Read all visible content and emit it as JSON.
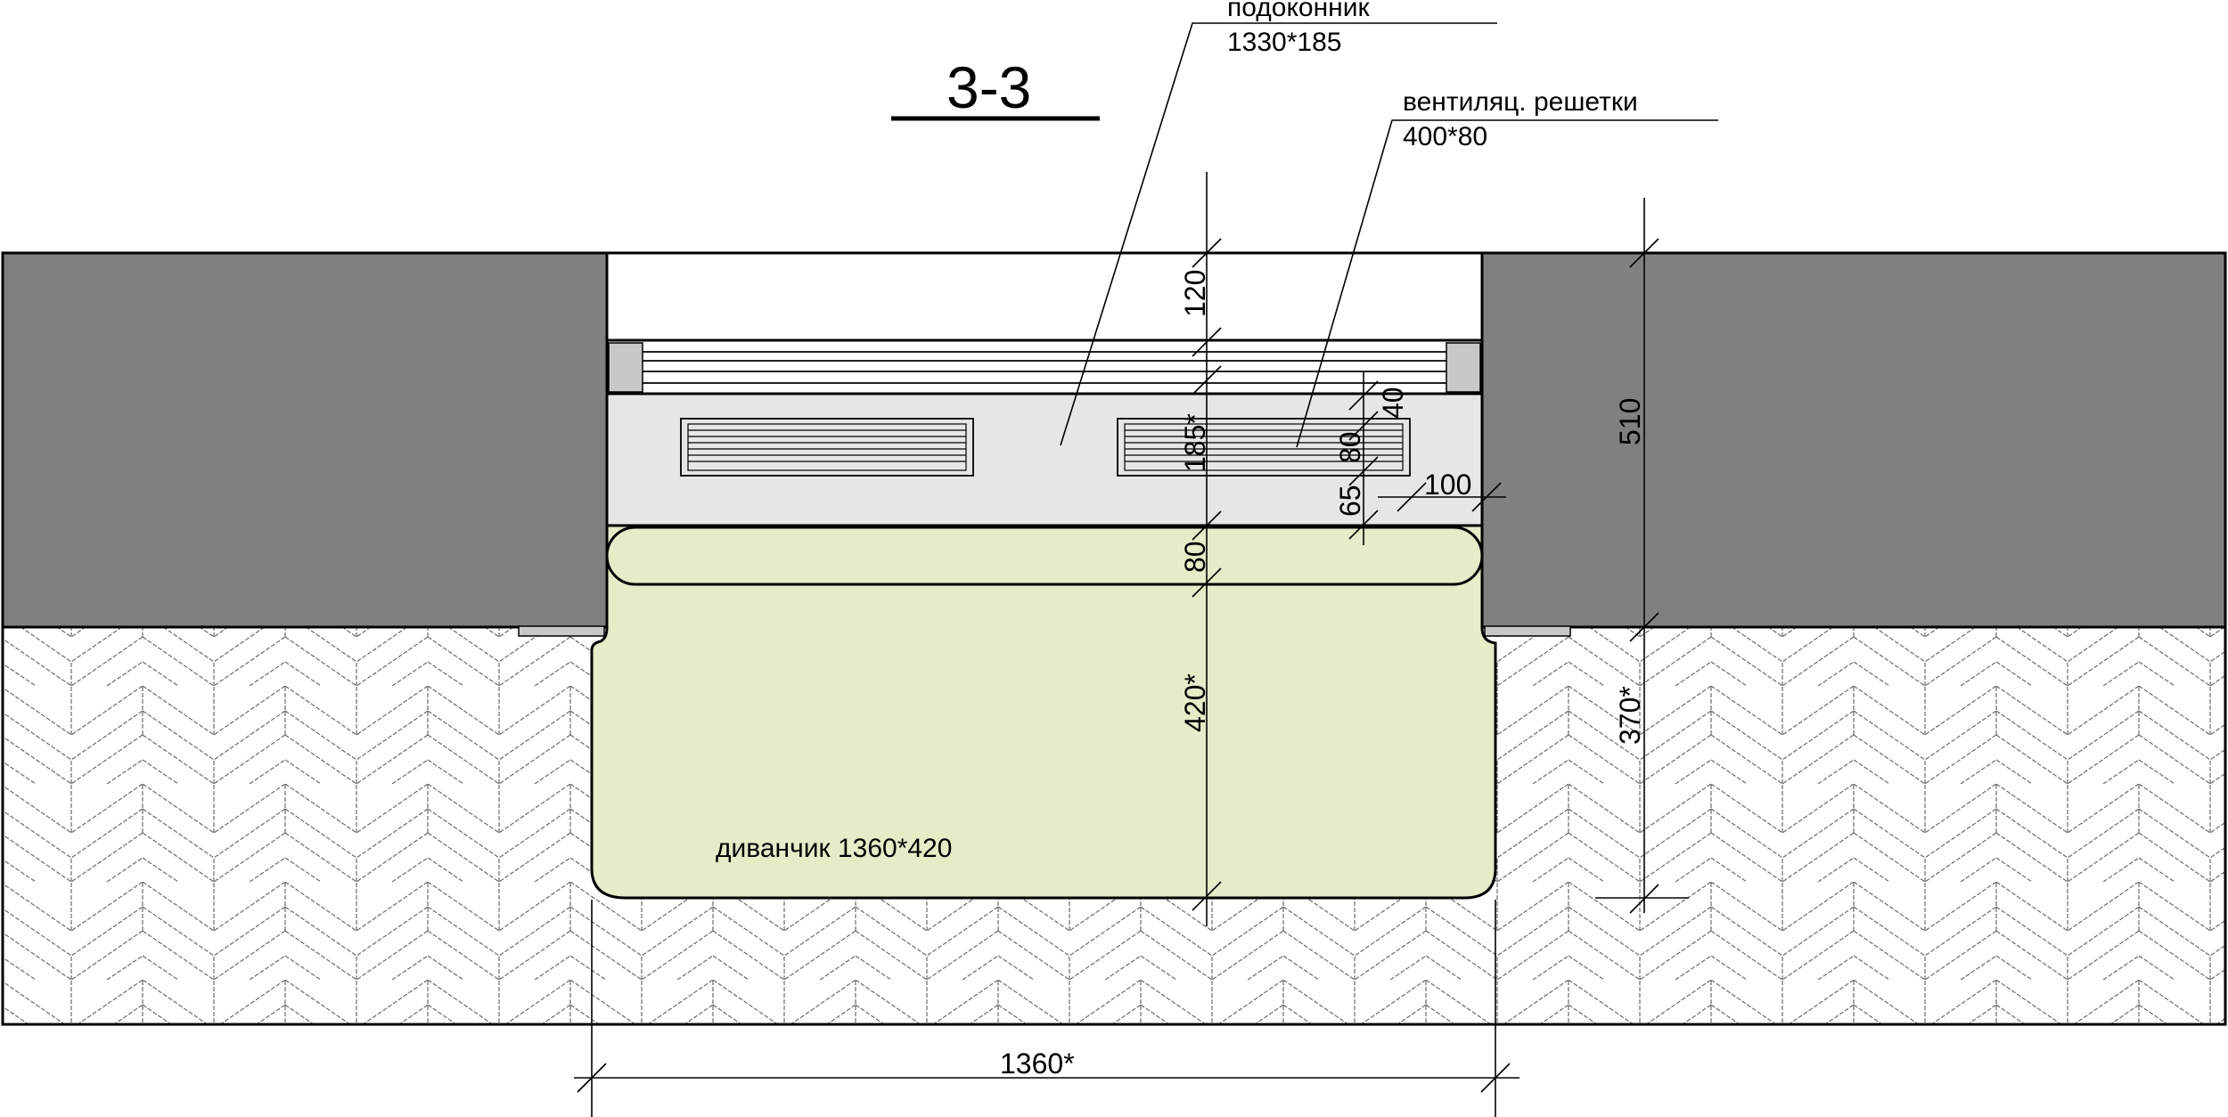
{
  "section": {
    "title": "3-3"
  },
  "callouts": {
    "sill": {
      "name": "подоконник",
      "size": "1330*185"
    },
    "grilles": {
      "name": "вентиляц. решетки",
      "size": "400*80"
    }
  },
  "bench_label": "диванчик 1360*420",
  "dimensions": {
    "d120": "120",
    "d185": "185*",
    "d80_left": "80",
    "d420": "420*",
    "d40": "40",
    "d80_right": "80",
    "d65": "65",
    "d100": "100",
    "d510": "510",
    "d370": "370*",
    "d1360": "1360*"
  },
  "colors": {
    "wall": "#808080",
    "panel": "#e6e6e6",
    "bench": "#e4ecc8",
    "line": "#000000",
    "hatch": "#6a6a6a"
  }
}
